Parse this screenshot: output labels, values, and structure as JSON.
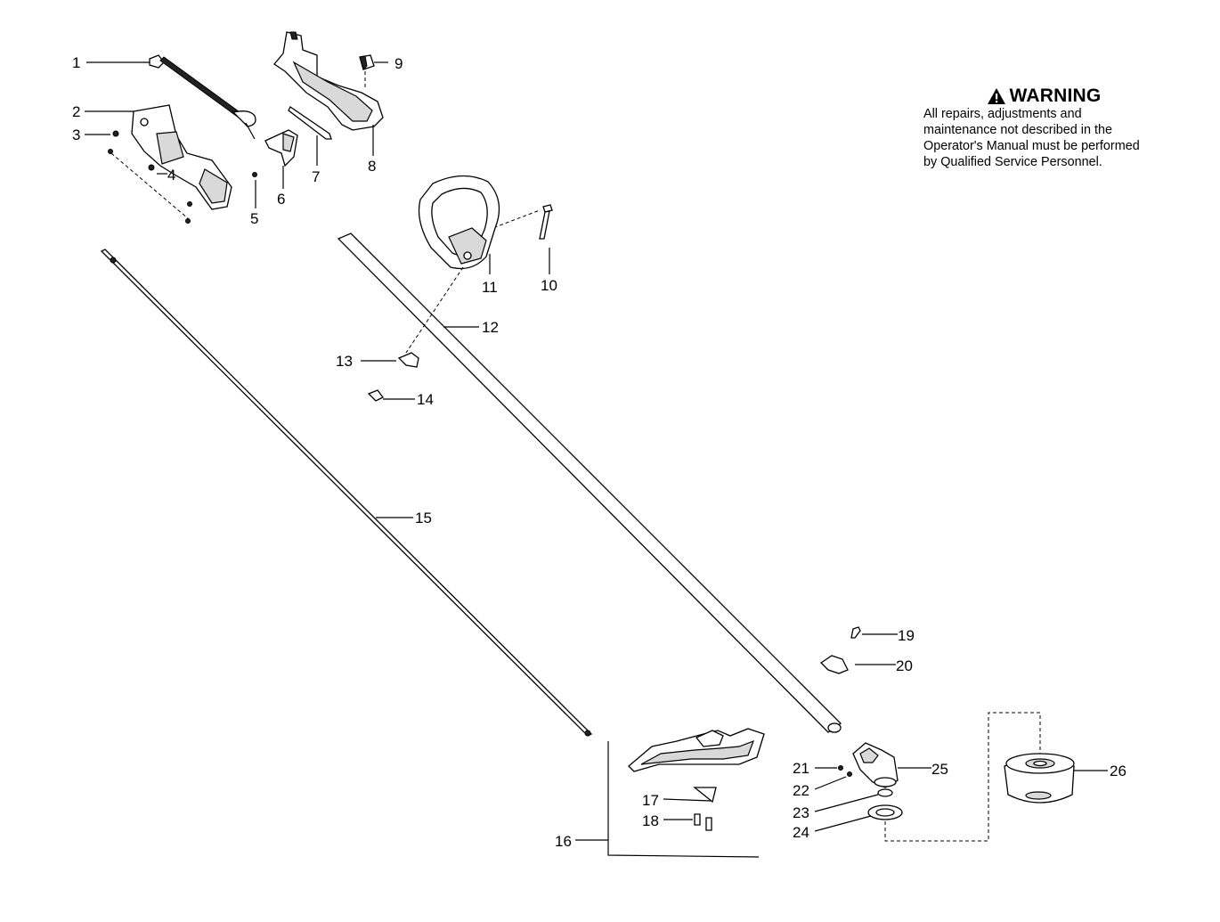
{
  "warning": {
    "title": "WARNING",
    "icon": "warning-triangle-icon",
    "text": "All repairs, adjustments and maintenance not described in the Operator's Manual must be performed by Qualified Service Personnel."
  },
  "callouts": [
    {
      "id": "1",
      "label": "1"
    },
    {
      "id": "2",
      "label": "2"
    },
    {
      "id": "3",
      "label": "3"
    },
    {
      "id": "4",
      "label": "4"
    },
    {
      "id": "5",
      "label": "5"
    },
    {
      "id": "6",
      "label": "6"
    },
    {
      "id": "7",
      "label": "7"
    },
    {
      "id": "8",
      "label": "8"
    },
    {
      "id": "9",
      "label": "9"
    },
    {
      "id": "10",
      "label": "10"
    },
    {
      "id": "11",
      "label": "11"
    },
    {
      "id": "12",
      "label": "12"
    },
    {
      "id": "13",
      "label": "13"
    },
    {
      "id": "14",
      "label": "14"
    },
    {
      "id": "15",
      "label": "15"
    },
    {
      "id": "16",
      "label": "16"
    },
    {
      "id": "17",
      "label": "17"
    },
    {
      "id": "18",
      "label": "18"
    },
    {
      "id": "19",
      "label": "19"
    },
    {
      "id": "20",
      "label": "20"
    },
    {
      "id": "21",
      "label": "21"
    },
    {
      "id": "22",
      "label": "22"
    },
    {
      "id": "23",
      "label": "23"
    },
    {
      "id": "24",
      "label": "24"
    },
    {
      "id": "25",
      "label": "25"
    },
    {
      "id": "26",
      "label": "26"
    }
  ]
}
